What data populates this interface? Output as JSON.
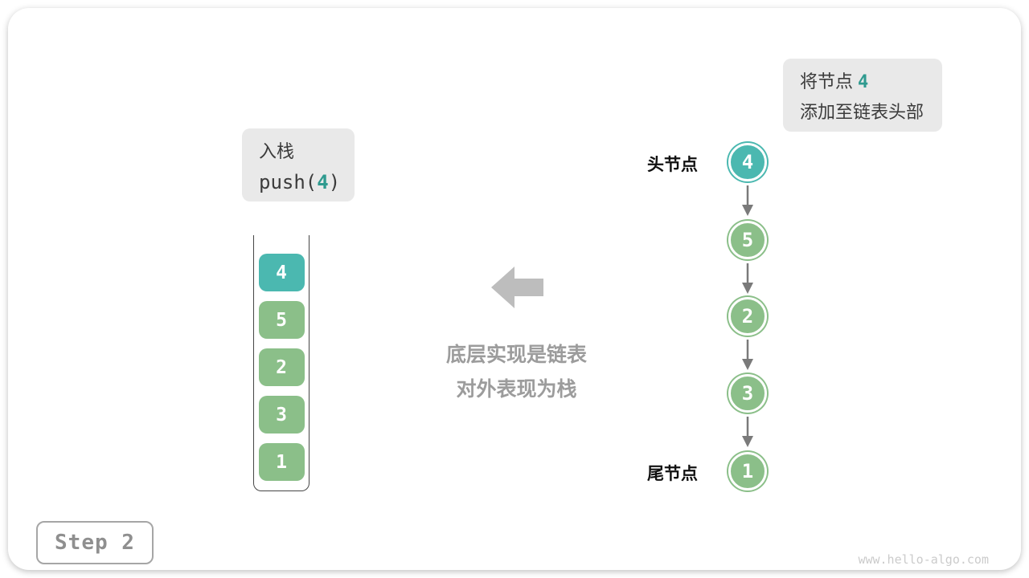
{
  "colors": {
    "teal_node": "#4bb8b0",
    "teal_text": "#2f9a8f",
    "green_node": "#8bbf89",
    "callout_bg": "#e9e9e9",
    "block_arrow_gray": "#bdbdbd",
    "note_gray": "#9c9c9c",
    "link_arrow_gray": "#7a7a7a"
  },
  "callout_action": {
    "line1_prefix": "将节点",
    "highlight_value": "4",
    "line2": "添加至链表头部"
  },
  "callout_push": {
    "title": "入栈",
    "code_prefix": "push(",
    "code_value": "4",
    "code_suffix": ")"
  },
  "stack": {
    "items": [
      {
        "value": "4",
        "highlight": true
      },
      {
        "value": "5",
        "highlight": false
      },
      {
        "value": "2",
        "highlight": false
      },
      {
        "value": "3",
        "highlight": false
      },
      {
        "value": "1",
        "highlight": false
      }
    ]
  },
  "center_note": {
    "line1": "底层实现是链表",
    "line2": "对外表现为栈"
  },
  "linked_list": {
    "head_label": "头节点",
    "tail_label": "尾节点",
    "nodes": [
      {
        "value": "4",
        "highlight": true
      },
      {
        "value": "5",
        "highlight": false
      },
      {
        "value": "2",
        "highlight": false
      },
      {
        "value": "3",
        "highlight": false
      },
      {
        "value": "1",
        "highlight": false
      }
    ]
  },
  "footer": {
    "step_label": "Step 2",
    "watermark": "www.hello-algo.com"
  }
}
